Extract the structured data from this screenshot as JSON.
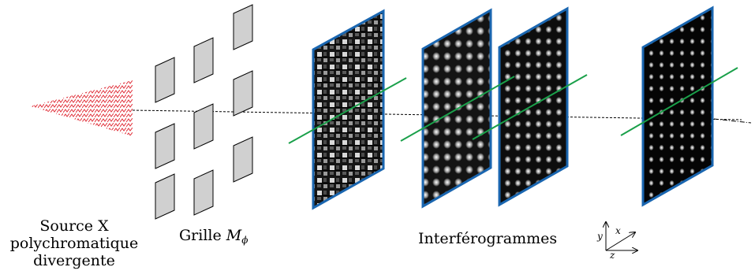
{
  "labels": {
    "source_line1": "Source X",
    "source_line2": "polychromatique",
    "source_line3": "divergente",
    "grid_prefix": "Grille ",
    "grid_symbol": "M",
    "grid_subscript": "ϕ",
    "interferograms": "Interférogrammes"
  },
  "axes": {
    "x": "x",
    "y": "y",
    "z": "z"
  },
  "colors": {
    "source": "#e0303a",
    "grid_tile": "#d0d0d0",
    "panel_border": "#1a66b0",
    "section_line": "#1aa04a",
    "optical_axis": "#000000"
  }
}
